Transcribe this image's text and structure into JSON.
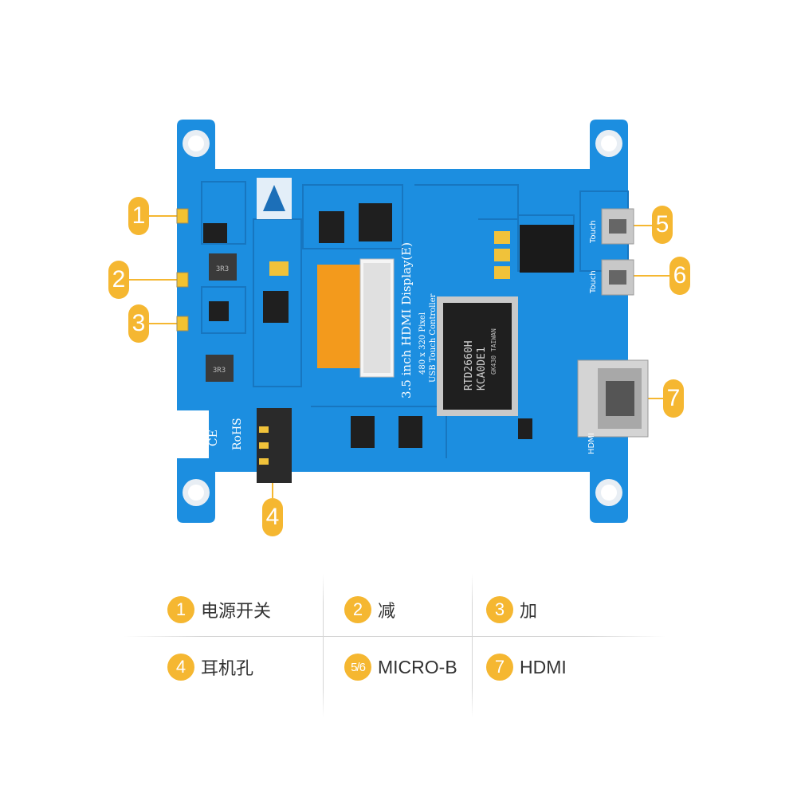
{
  "board": {
    "title": "3.5 inch HDMI Display(E)",
    "resolution": "480 x 320 Pixel",
    "subtitle": "USB Touch Controller",
    "chip_model": "RTD2660H",
    "chip_code": "KCA0DE1",
    "chip_origin": "GK430 TAIWAN",
    "usb_touch_label_1": "Touch",
    "usb_touch_label_2": "Touch",
    "hdmi_label": "HDMI",
    "inductor_1": "3R3",
    "inductor_2": "3R3",
    "ce_mark": "CE",
    "rohs_mark": "RoHS"
  },
  "callouts": [
    "1",
    "2",
    "3",
    "4",
    "5",
    "6",
    "7"
  ],
  "legend": [
    {
      "badge": "1",
      "label": "电源开关"
    },
    {
      "badge": "2",
      "label": "减"
    },
    {
      "badge": "3",
      "label": "加"
    },
    {
      "badge": "4",
      "label": "耳机孔"
    },
    {
      "badge": "5/6",
      "label": "MICRO-B"
    },
    {
      "badge": "7",
      "label": "HDMI"
    }
  ],
  "colors": {
    "pcb": "#1c8ee0",
    "pcb_dark": "#1776c0",
    "accent": "#f5b731",
    "chip": "#1f1f1f",
    "ribbon": "#f39a1c"
  }
}
